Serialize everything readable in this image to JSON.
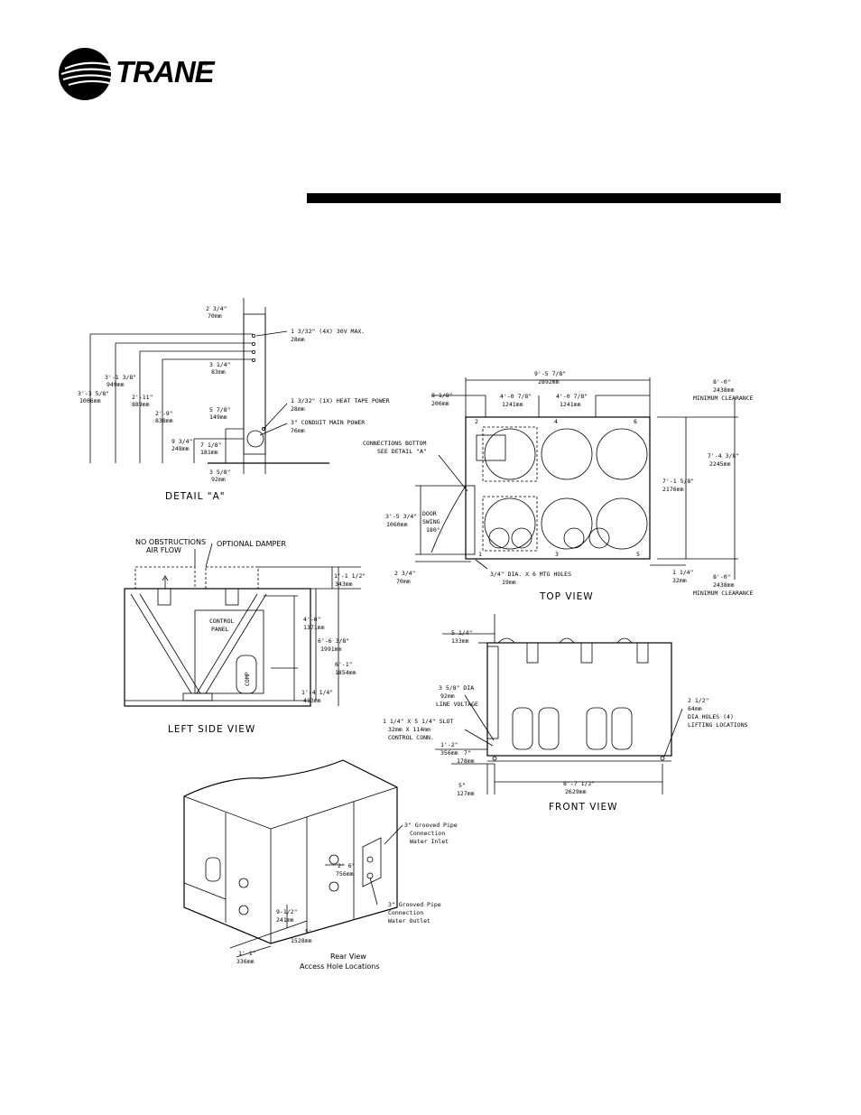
{
  "brand": {
    "name": "TRANE",
    "reg": "®"
  },
  "detail_a": {
    "title": "DETAIL \"A\"",
    "d1": "2 3/4\"",
    "d1mm": "70mm",
    "n1": "1 3/32\" (4X) 30V MAX.",
    "n1mm": "28mm",
    "d2": "3 1/4\"",
    "d2mm": "83mm",
    "v1": "3'-3 5/8\"",
    "v1mm": "1006mm",
    "v2": "3'-1 3/8\"",
    "v2mm": "949mm",
    "v3": "2'-11\"",
    "v3mm": "889mm",
    "v4": "2'-9\"",
    "v4mm": "838mm",
    "n2": "1 3/32\" (1X) HEAT TAPE POWER",
    "n2mm": "28mm",
    "d3": "5 7/8\"",
    "d3mm": "149mm",
    "n3": "3\" CONDUIT MAIN POWER",
    "n3mm": "76mm",
    "d4": "9 3/4\"",
    "d4mm": "248mm",
    "d5": "7 1/8\"",
    "d5mm": "181mm",
    "d6": "3 5/8\"",
    "d6mm": "92mm"
  },
  "top_view": {
    "title": "TOP VIEW",
    "w": "9'-5 7/8\"",
    "wmm": "2892mm",
    "a": "8 1/8\"",
    "amm": "206mm",
    "b": "4'-0 7/8\"",
    "bmm": "1241mm",
    "c": "4'-0 7/8\"",
    "cmm": "1241mm",
    "clr1": "8'-0\"",
    "clr1mm": "2438mm",
    "clr1txt": "MINIMUM CLEARANCE",
    "h1": "7'-4 3/8\"",
    "h1mm": "2245mm",
    "h2": "7'-1 5/8\"",
    "h2mm": "2176mm",
    "conn1": "CONNECTIONS BOTTOM",
    "conn2": "SEE DETAIL \"A\"",
    "door": "3'-5 3/4\"",
    "doormm": "1060mm",
    "doorlbl1": "DOOR",
    "doorlbl2": "SWING",
    "doorlbl3": "180°",
    "e": "2 3/4\"",
    "emm": "70mm",
    "holes": "3/4\" DIA. X 6 MTG HOLES",
    "holesmm": "19mm",
    "f": "1 1/4\"",
    "fmm": "32mm",
    "clr2": "8'-0\"",
    "clr2mm": "2438mm",
    "clr2txt": "MINIMUM CLEARANCE",
    "m1": "2",
    "m2": "4",
    "m3": "6",
    "m4": "1",
    "m5": "3",
    "m6": "5"
  },
  "left_side": {
    "title": "LEFT SIDE VIEW",
    "noobs1": "NO OBSTRUCTIONS",
    "noobs2": "AIR FLOW",
    "damper": "OPTIONAL DAMPER",
    "ctrl1": "CONTROL",
    "ctrl2": "PANEL",
    "comp": "COMP",
    "a": "1'-1 1/2\"",
    "amm": "343mm",
    "b": "4'-6\"",
    "bmm": "1371mm",
    "c": "6'-6 3/8\"",
    "cmm": "1991mm",
    "d": "6'-1\"",
    "dmm": "1854mm",
    "e": "1'-4 1/4\"",
    "emm": "413mm"
  },
  "front_view": {
    "title": "FRONT VIEW",
    "a": "5 1/4\"",
    "amm": "133mm",
    "b": "3 5/8\" DIA",
    "bmm": "92mm",
    "btxt": "LINE VOLTAGE",
    "c": "1 1/4\" X 5 1/4\" SLOT",
    "cmm": "32mm X 114mm",
    "ctxt": "CONTROL CONN.",
    "d": "1'-2\"",
    "dmm": "356mm",
    "d2": "7\"",
    "d2mm": "178mm",
    "e": "5\"",
    "emm": "127mm",
    "f": "8'-7 1/2\"",
    "fmm": "2629mm",
    "g": "2 1/2\"",
    "gmm": "64mm",
    "gtxt1": "DIA HOLES (4)",
    "gtxt2": "LIFTING LOCATIONS"
  },
  "rear_view": {
    "title1": "Rear View",
    "title2": "Access Hole Locations",
    "inlet1": "3\" Grooved Pipe",
    "inlet2": "Connection",
    "inlet3": "Water Inlet",
    "outlet1": "3\" Grooved Pipe",
    "outlet2": "Connection",
    "outlet3": "Water Outlet",
    "a": "2' 6\"",
    "amm": "756mm",
    "b": "9-1/2\"",
    "bmm": "241mm",
    "c": "5'",
    "cmm": "1528mm",
    "d": "1' 1\"",
    "dmm": "336mm"
  }
}
